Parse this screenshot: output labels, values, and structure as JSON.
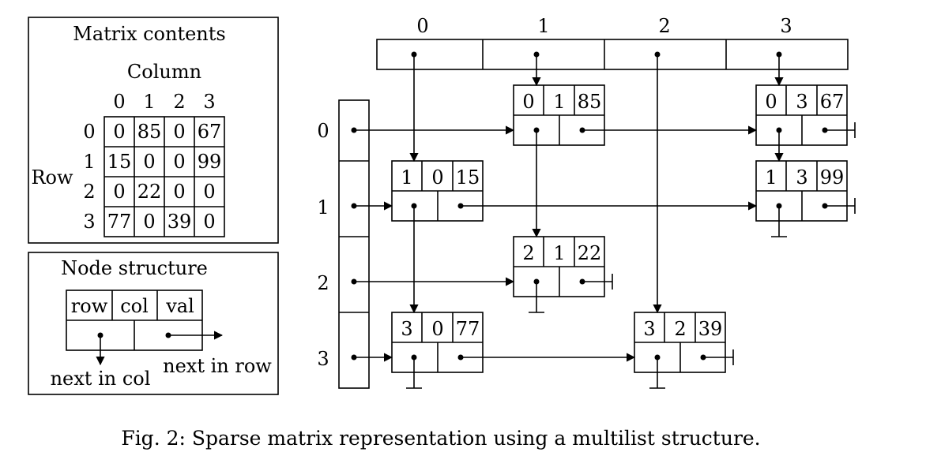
{
  "matrix_panel": {
    "title": "Matrix contents",
    "column_label": "Column",
    "row_label": "Row",
    "col_headers": [
      "0",
      "1",
      "2",
      "3"
    ],
    "row_headers": [
      "0",
      "1",
      "2",
      "3"
    ],
    "cells": [
      [
        "0",
        "85",
        "0",
        "67"
      ],
      [
        "15",
        "0",
        "0",
        "99"
      ],
      [
        "0",
        "22",
        "0",
        "0"
      ],
      [
        "77",
        "0",
        "39",
        "0"
      ]
    ]
  },
  "node_panel": {
    "title": "Node structure",
    "field_row": "row",
    "field_col": "col",
    "field_val": "val",
    "next_in_col": "next in col",
    "next_in_row": "next in row"
  },
  "multilist": {
    "column_headers": [
      "0",
      "1",
      "2",
      "3"
    ],
    "row_headers": [
      "0",
      "1",
      "2",
      "3"
    ],
    "nodes": [
      {
        "id": "n01",
        "row": "0",
        "col": "1",
        "val": "85"
      },
      {
        "id": "n03",
        "row": "0",
        "col": "3",
        "val": "67"
      },
      {
        "id": "n10",
        "row": "1",
        "col": "0",
        "val": "15"
      },
      {
        "id": "n13",
        "row": "1",
        "col": "3",
        "val": "99"
      },
      {
        "id": "n21",
        "row": "2",
        "col": "1",
        "val": "22"
      },
      {
        "id": "n30",
        "row": "3",
        "col": "0",
        "val": "77"
      },
      {
        "id": "n32",
        "row": "3",
        "col": "2",
        "val": "39"
      }
    ]
  },
  "caption": "Fig. 2: Sparse matrix representation using a multilist structure."
}
